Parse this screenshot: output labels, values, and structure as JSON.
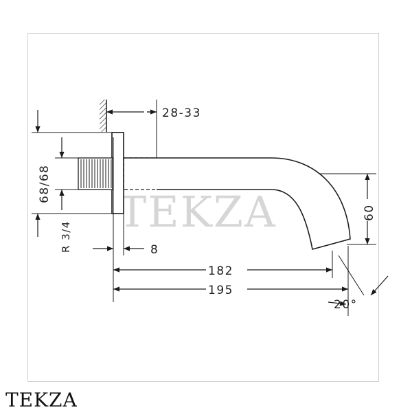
{
  "watermark": "TEKZA",
  "brand": "TEKZA",
  "dimensions": {
    "wall_depth": "28-33",
    "rosette_diameter": "68/68",
    "thread": "R 3/4",
    "rosette_thickness": "8",
    "spout_height": "60",
    "projection_inner": "182",
    "projection_total": "195",
    "outlet_angle": "20°"
  },
  "colors": {
    "line": "#1a1a1a",
    "watermark": "#d6d6d6",
    "frame": "#cfcfcf"
  }
}
